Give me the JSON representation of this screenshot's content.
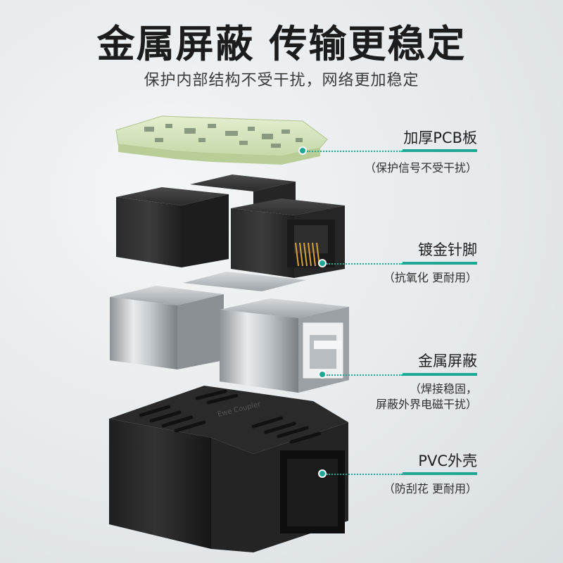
{
  "header": {
    "title": "金属屏蔽 传输更稳定",
    "subtitle": "保护内部结构不受干扰，网络更加稳定"
  },
  "callouts": [
    {
      "title": "加厚PCB板",
      "desc": "（保护信号不受干扰）"
    },
    {
      "title": "镀金针脚",
      "desc": "（抗氧化 更耐用）"
    },
    {
      "title": "金属屏蔽",
      "desc_line1": "（焊接稳固，",
      "desc_line2": "屏蔽外界电磁干扰）"
    },
    {
      "title": "PVC外壳",
      "desc": "（防刮花 更耐用）"
    }
  ],
  "product": {
    "housing_text": "Ewe Coupler"
  },
  "colors": {
    "accent": "#1ea795",
    "pcb": "#d8e7c2",
    "title": "#1c1c1c"
  }
}
